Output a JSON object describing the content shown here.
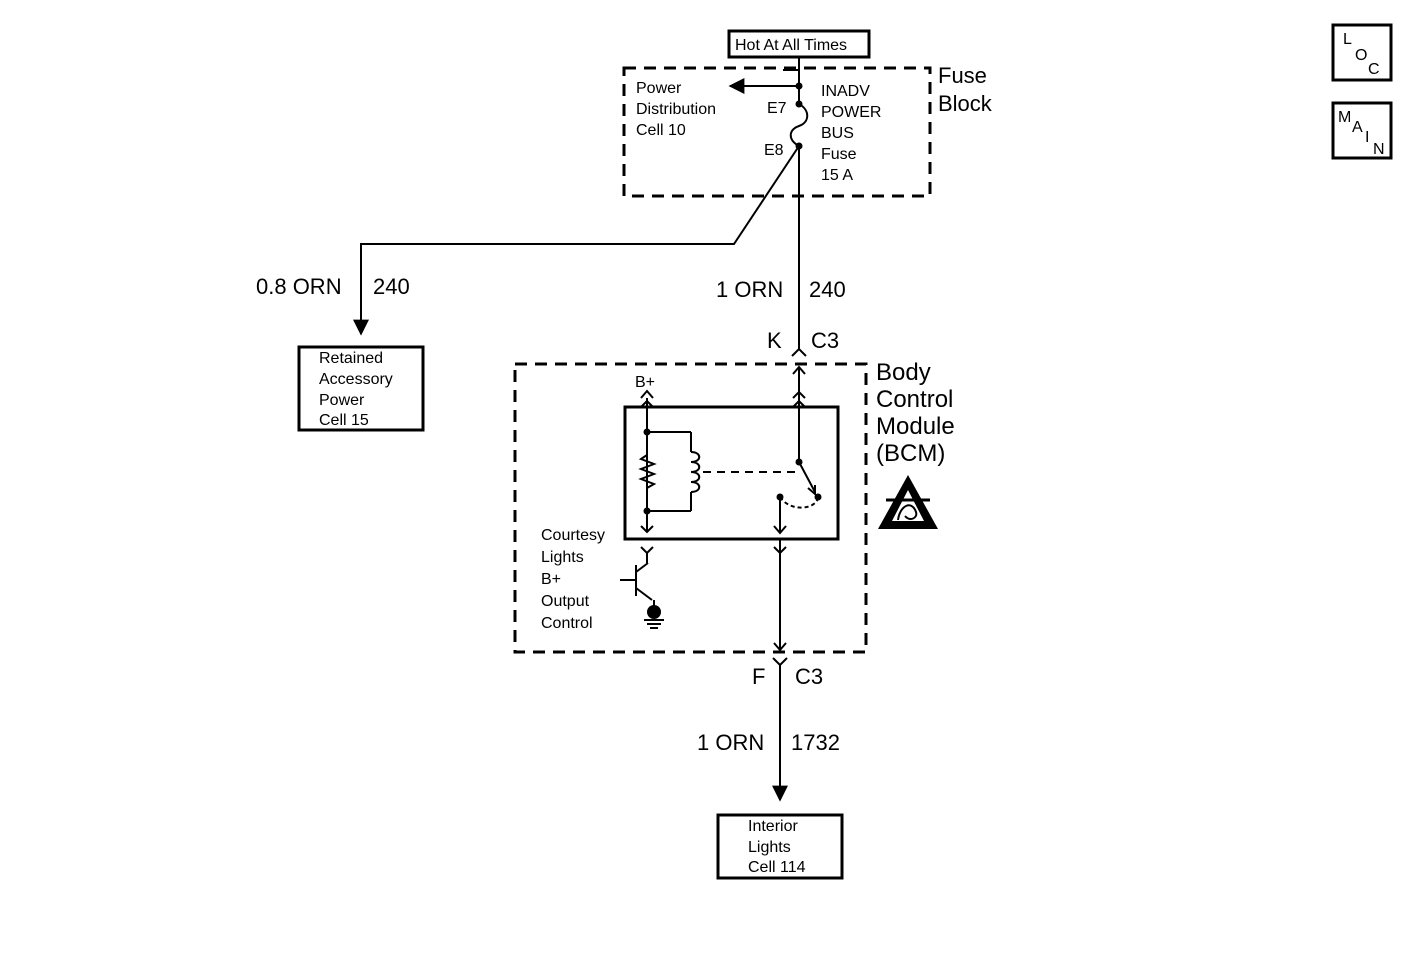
{
  "hot_at_all_times": "Hot At All Times",
  "fuse_block": {
    "title_line1": "Fuse",
    "title_line2": "Block",
    "power_dist": [
      "Power",
      "Distribution",
      "Cell 10"
    ],
    "e7": "E7",
    "e8": "E8",
    "fuse_label": [
      "INADV",
      "POWER",
      "BUS",
      "Fuse",
      "15 A"
    ]
  },
  "wires": {
    "left": {
      "gauge_color": "0.8 ORN",
      "circuit": "240"
    },
    "center_top": {
      "gauge_color": "1 ORN",
      "circuit": "240"
    },
    "bottom": {
      "gauge_color": "1 ORN",
      "circuit": "1732"
    }
  },
  "retained_accessory": [
    "Retained",
    "Accessory",
    "Power",
    "Cell 15"
  ],
  "connector_top": {
    "pin": "K",
    "connector": "C3"
  },
  "connector_bottom": {
    "pin": "F",
    "connector": "C3"
  },
  "bcm": {
    "title": [
      "Body",
      "Control",
      "Module",
      "(BCM)"
    ],
    "b_plus": "B+",
    "courtesy": [
      "Courtesy",
      "Lights",
      "B+",
      "Output",
      "Control"
    ]
  },
  "interior_lights": [
    "Interior",
    "Lights",
    "Cell 114"
  ],
  "nav": {
    "loc": [
      "L",
      "O",
      "C"
    ],
    "main": [
      "M",
      "A",
      "I",
      "N"
    ]
  }
}
